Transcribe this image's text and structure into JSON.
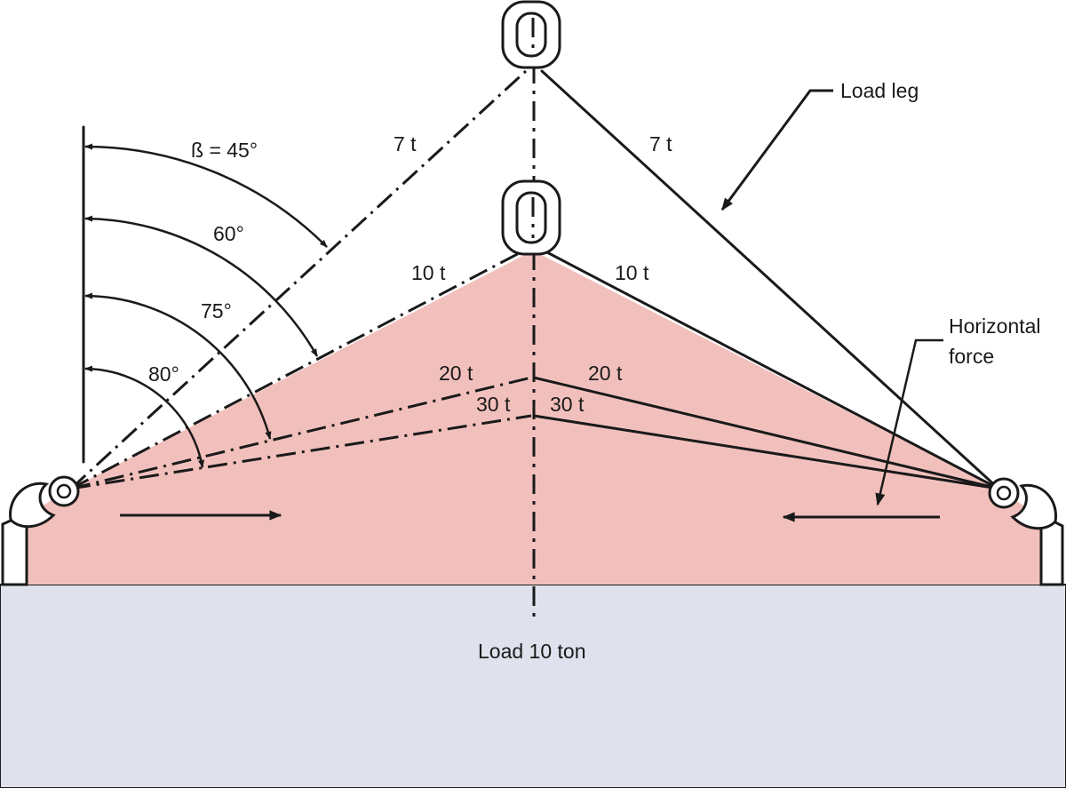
{
  "colors": {
    "load_box": "#dfe2ec",
    "force_area": "#f2c0bc",
    "line": "#1a1a1a"
  },
  "labels": {
    "load_leg": "Load leg",
    "horizontal_force_line1": "Horizontal",
    "horizontal_force_line2": "force",
    "load": "Load 10 ton",
    "angle_45": "ß = 45°",
    "angle_60": "60°",
    "angle_75": "75°",
    "angle_80": "80°",
    "tension_45_left": "7 t",
    "tension_45_right": "7 t",
    "tension_60_left": "10 t",
    "tension_60_right": "10 t",
    "tension_75_left": "20 t",
    "tension_75_right": "20 t",
    "tension_80_left": "30 t",
    "tension_80_right": "30 t"
  },
  "icons": {
    "top_link": "lifting-ring-icon",
    "middle_link": "lifting-ring-icon",
    "left_hook": "hook-icon",
    "right_hook": "hook-icon"
  }
}
